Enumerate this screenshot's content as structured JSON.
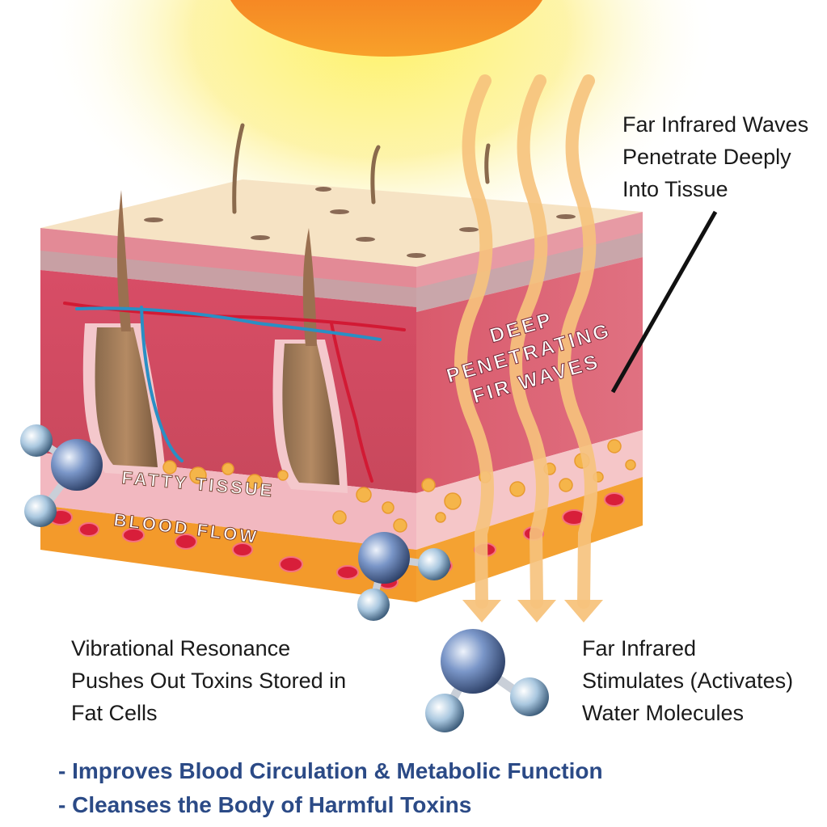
{
  "callouts": {
    "fir": [
      "Far Infrared Waves",
      "Penetrate Deeply",
      "Into Tissue"
    ],
    "vibration": [
      "Vibrational Resonance",
      "Pushes Out Toxins Stored in",
      "Fat Cells"
    ],
    "water": [
      "Far Infrared",
      "Stimulates (Activates)",
      "Water Molecules"
    ]
  },
  "skin_labels": {
    "waves": [
      "DEEP",
      "PENETRATING",
      "FIR WAVES"
    ],
    "fatty_tissue": "FATTY TISSUE",
    "blood_flow": "BLOOD FLOW"
  },
  "benefits": [
    "- Improves Blood Circulation & Metabolic Function",
    "- Cleanses the Body of Harmful Toxins"
  ],
  "colors": {
    "sun_core": "#f47a1f",
    "sun_glow": "#fde96a",
    "skin_top": "#f6e3c4",
    "dermis": "#d9546a",
    "epidermis_band": "#c99aa0",
    "fat": "#f2a84a",
    "blood_layer": "#f39a2b",
    "blood_cell": "#d81e3a",
    "wave": "#f7c37d",
    "molecule": "#6f8fc4",
    "text_dark": "#1a1a1a",
    "text_blue": "#2b4a86"
  }
}
